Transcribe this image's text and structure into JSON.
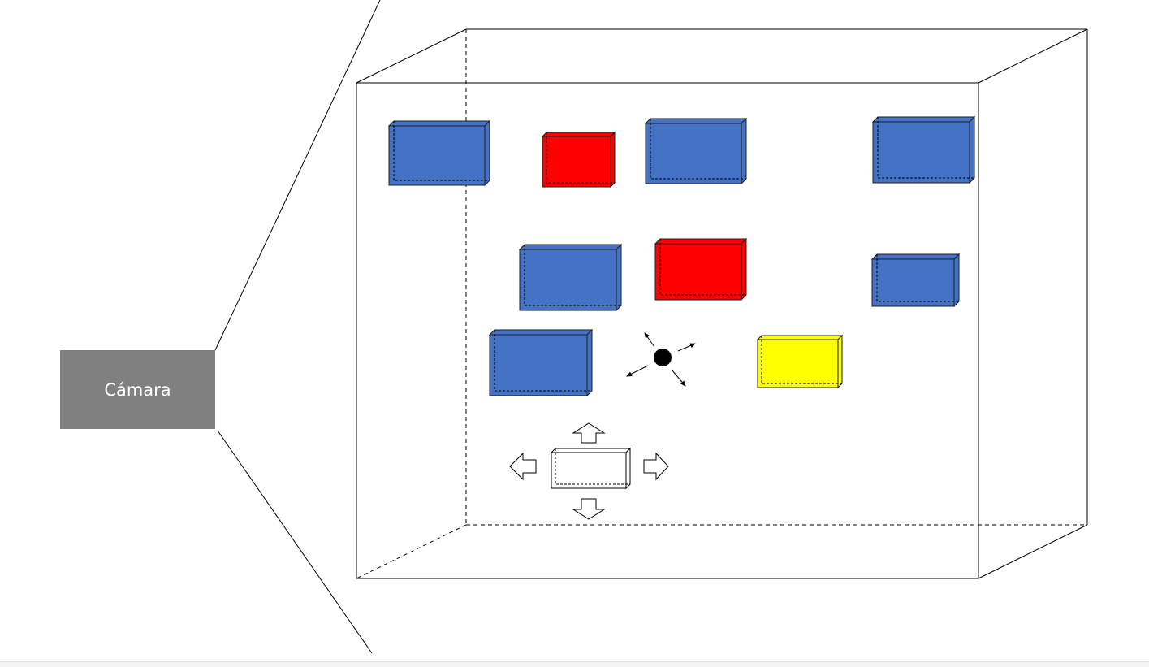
{
  "camera": {
    "label": "Cámara",
    "color": "#808080"
  },
  "colors": {
    "blue_face": "#4472C4",
    "blue_edge": "#2F528F",
    "red_face": "#FF0000",
    "red_edge": "#C00000",
    "yellow_face": "#FFFF00",
    "yellow_edge": "#BF9000",
    "line": "#000000",
    "bottom_bar": "#F3F3F3"
  },
  "scene": {
    "boxes": [
      {
        "id": "blue-box-1",
        "color": "blue"
      },
      {
        "id": "red-box-1",
        "color": "red"
      },
      {
        "id": "blue-box-2",
        "color": "blue"
      },
      {
        "id": "blue-box-3",
        "color": "blue"
      },
      {
        "id": "blue-box-4",
        "color": "blue"
      },
      {
        "id": "red-box-2",
        "color": "red"
      },
      {
        "id": "blue-box-5",
        "color": "blue"
      },
      {
        "id": "blue-box-6",
        "color": "blue"
      },
      {
        "id": "yellow-box-1",
        "color": "yellow"
      },
      {
        "id": "white-box-1",
        "color": "white"
      }
    ]
  }
}
